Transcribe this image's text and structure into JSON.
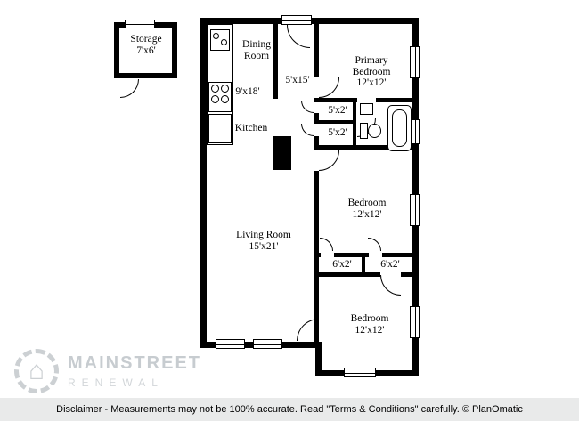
{
  "floorplan": {
    "storage": {
      "name": "Storage",
      "dims": "7'x6'"
    },
    "dining": {
      "line1": "Dining",
      "line2": "Room"
    },
    "kitchen": {
      "name": "Kitchen",
      "dims": "9'x18'"
    },
    "hall": {
      "dims": "5'x15'"
    },
    "primary_bedroom": {
      "line1": "Primary",
      "line2": "Bedroom",
      "dims": "12'x12'"
    },
    "closet_a": {
      "dims": "5'x2'"
    },
    "closet_b": {
      "dims": "5'x2'"
    },
    "bedroom_middle": {
      "name": "Bedroom",
      "dims": "12'x12'"
    },
    "closet_c": {
      "dims": "6'x2'"
    },
    "closet_d": {
      "dims": "6'x2'"
    },
    "bedroom_bottom": {
      "name": "Bedroom",
      "dims": "12'x12'"
    },
    "living": {
      "name": "Living Room",
      "dims": "15'x21'"
    }
  },
  "watermark": {
    "brand_primary": "MAINSTREET",
    "brand_secondary": "RENEWAL",
    "logo_glyph": "⌂"
  },
  "footer": {
    "disclaimer": "Disclaimer - Measurements may not be 100% accurate. Read \"Terms & Conditions\" carefully. © PlanOmatic"
  },
  "colors": {
    "wall": "#000000",
    "watermark_gray": "#ccd0d3",
    "footer_bg": "#e9eaea"
  }
}
